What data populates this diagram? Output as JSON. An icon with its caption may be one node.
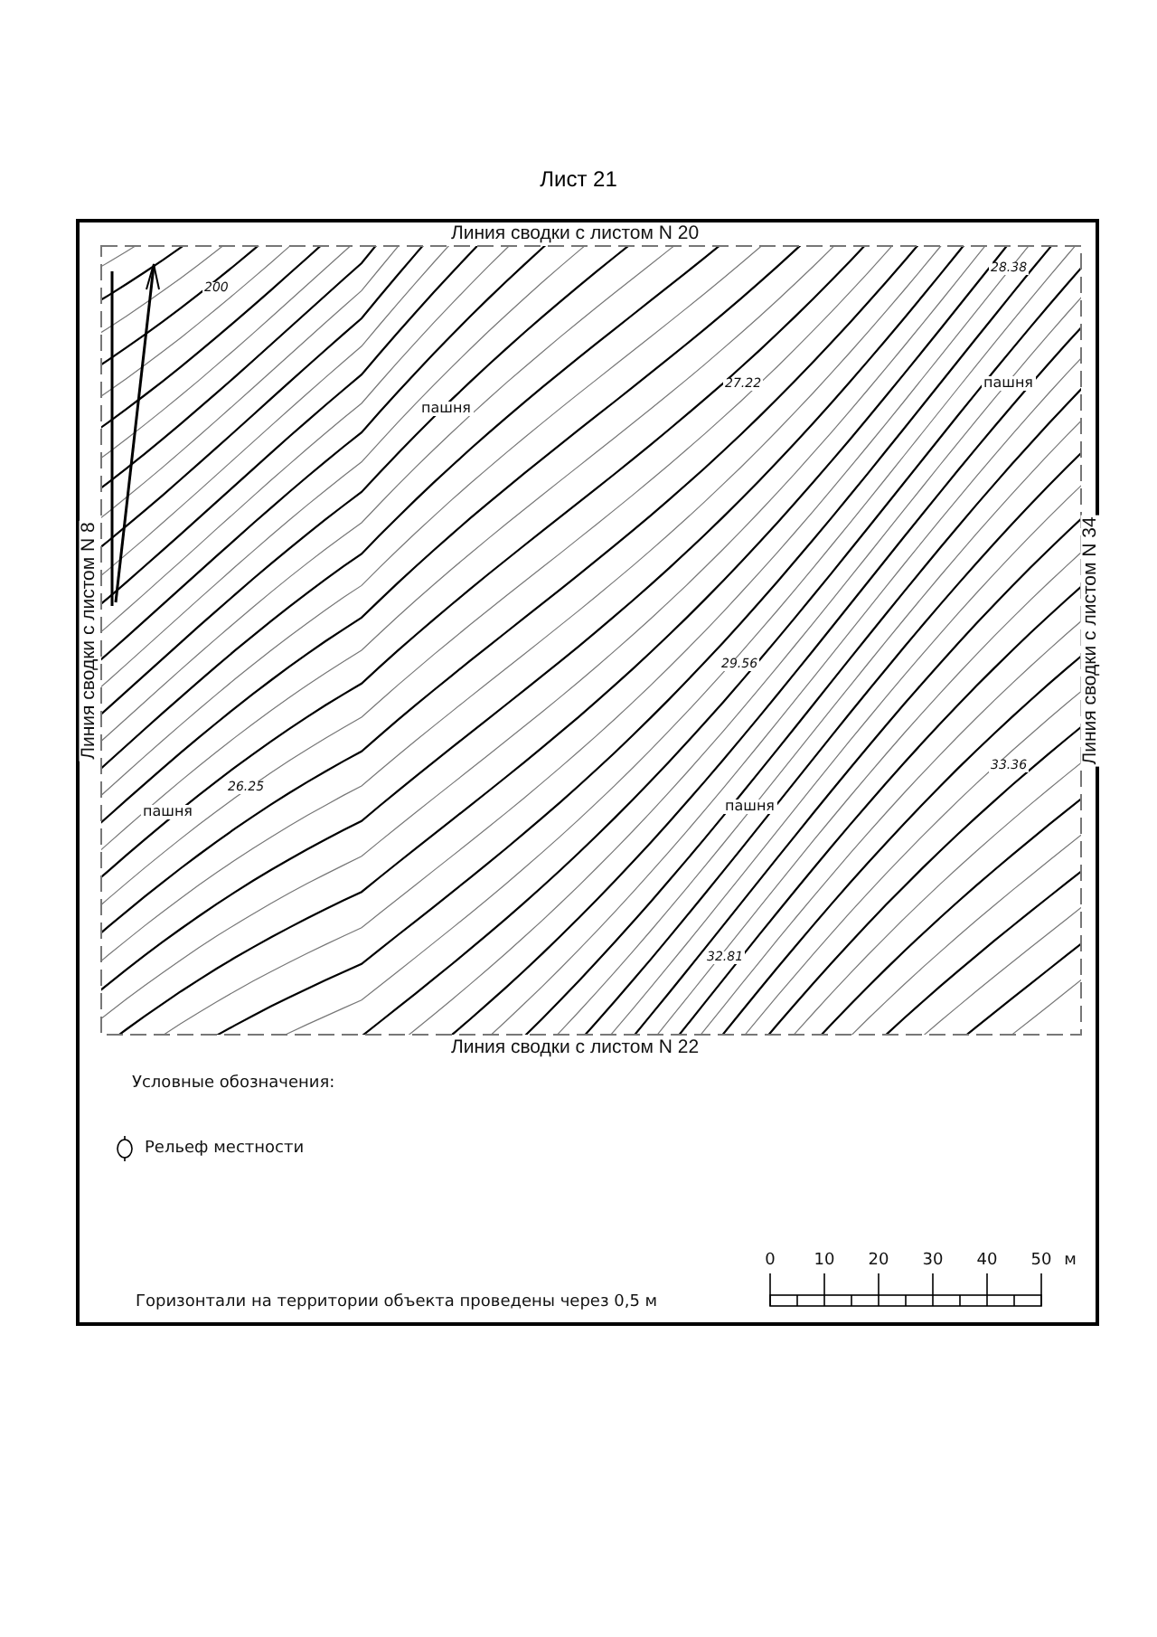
{
  "diagram": {
    "title": "Лист 21",
    "labels": [
      "Линия сводки с листом N 20",
      "28.38",
      "200",
      "27.22",
      "пашня",
      "пашня",
      "Линия сводки с листом N 8",
      "Линия сводки с листом N 34",
      "29.56",
      "33.36",
      "26.25",
      "пашня",
      "пашня",
      "32.81",
      "Линия сводки с листом N 22",
      "Условные обозначения:",
      "0",
      "10",
      "20",
      "30",
      "40",
      "50",
      "м",
      "Горизонтали на территории объекта проведены через 0,5 м"
    ],
    "legend": [
      {
        "text": "Рельеф местности"
      }
    ]
  }
}
